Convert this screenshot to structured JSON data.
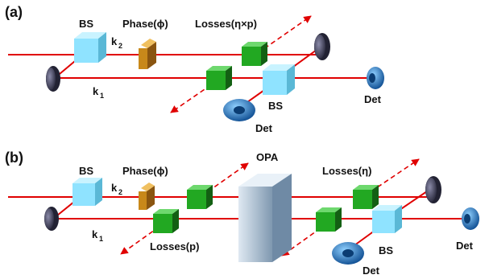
{
  "colors": {
    "beam": "#e00000",
    "bs_cube": "#8fe3ff",
    "loss_cube": "#22a822",
    "phase_plate": "#c8881a",
    "mirror": "#3a3a55",
    "detector": "#1a73c8",
    "opa": "#9db4c9"
  },
  "icons": {
    "mirror": "mirror-icon",
    "detector": "detector-icon",
    "beam_splitter": "cube-icon",
    "loss_element": "cube-icon",
    "phase_plate": "phase-plate-icon",
    "opa": "crystal-icon"
  },
  "panel_a": {
    "tag": "(a)",
    "bs1": "BS",
    "phase": "Phase(ϕ)",
    "losses": "Losses(η×p)",
    "k2": "k",
    "k2_sub": "2",
    "k1": "k",
    "k1_sub": "1",
    "bs2": "BS",
    "det1": "Det",
    "det2": "Det"
  },
  "panel_b": {
    "tag": "(b)",
    "bs1": "BS",
    "phase": "Phase(ϕ)",
    "opa": "OPA",
    "losses_eta": "Losses(η)",
    "losses_p": "Losses(p)",
    "k2": "k",
    "k2_sub": "2",
    "k1": "k",
    "k1_sub": "1",
    "bs2": "BS",
    "det1": "Det",
    "det2": "Det"
  }
}
